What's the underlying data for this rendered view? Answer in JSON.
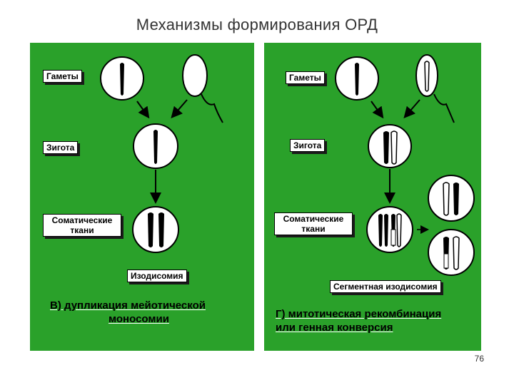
{
  "title": "Механизмы формирования ОРД",
  "page_number": "76",
  "colors": {
    "panel_green": "#2aa12a",
    "cell_fill": "#ffffff",
    "chromosome": "#000000"
  },
  "left_panel": {
    "label_gametes": "Гаметы",
    "label_zygote": "Зигота",
    "label_somatic": "Соматические ткани",
    "label_result": "Изодисомия",
    "caption_line1": "В) дупликация мейотической",
    "caption_line2": "моносомии"
  },
  "right_panel": {
    "label_gametes": "Гаметы",
    "label_zygote": "Зигота",
    "label_somatic": "Соматические ткани",
    "label_result": "Сегментная изодисомия",
    "caption_line1": "Г) митотическая рекомбинация",
    "caption_line2": "или генная конверсия"
  }
}
